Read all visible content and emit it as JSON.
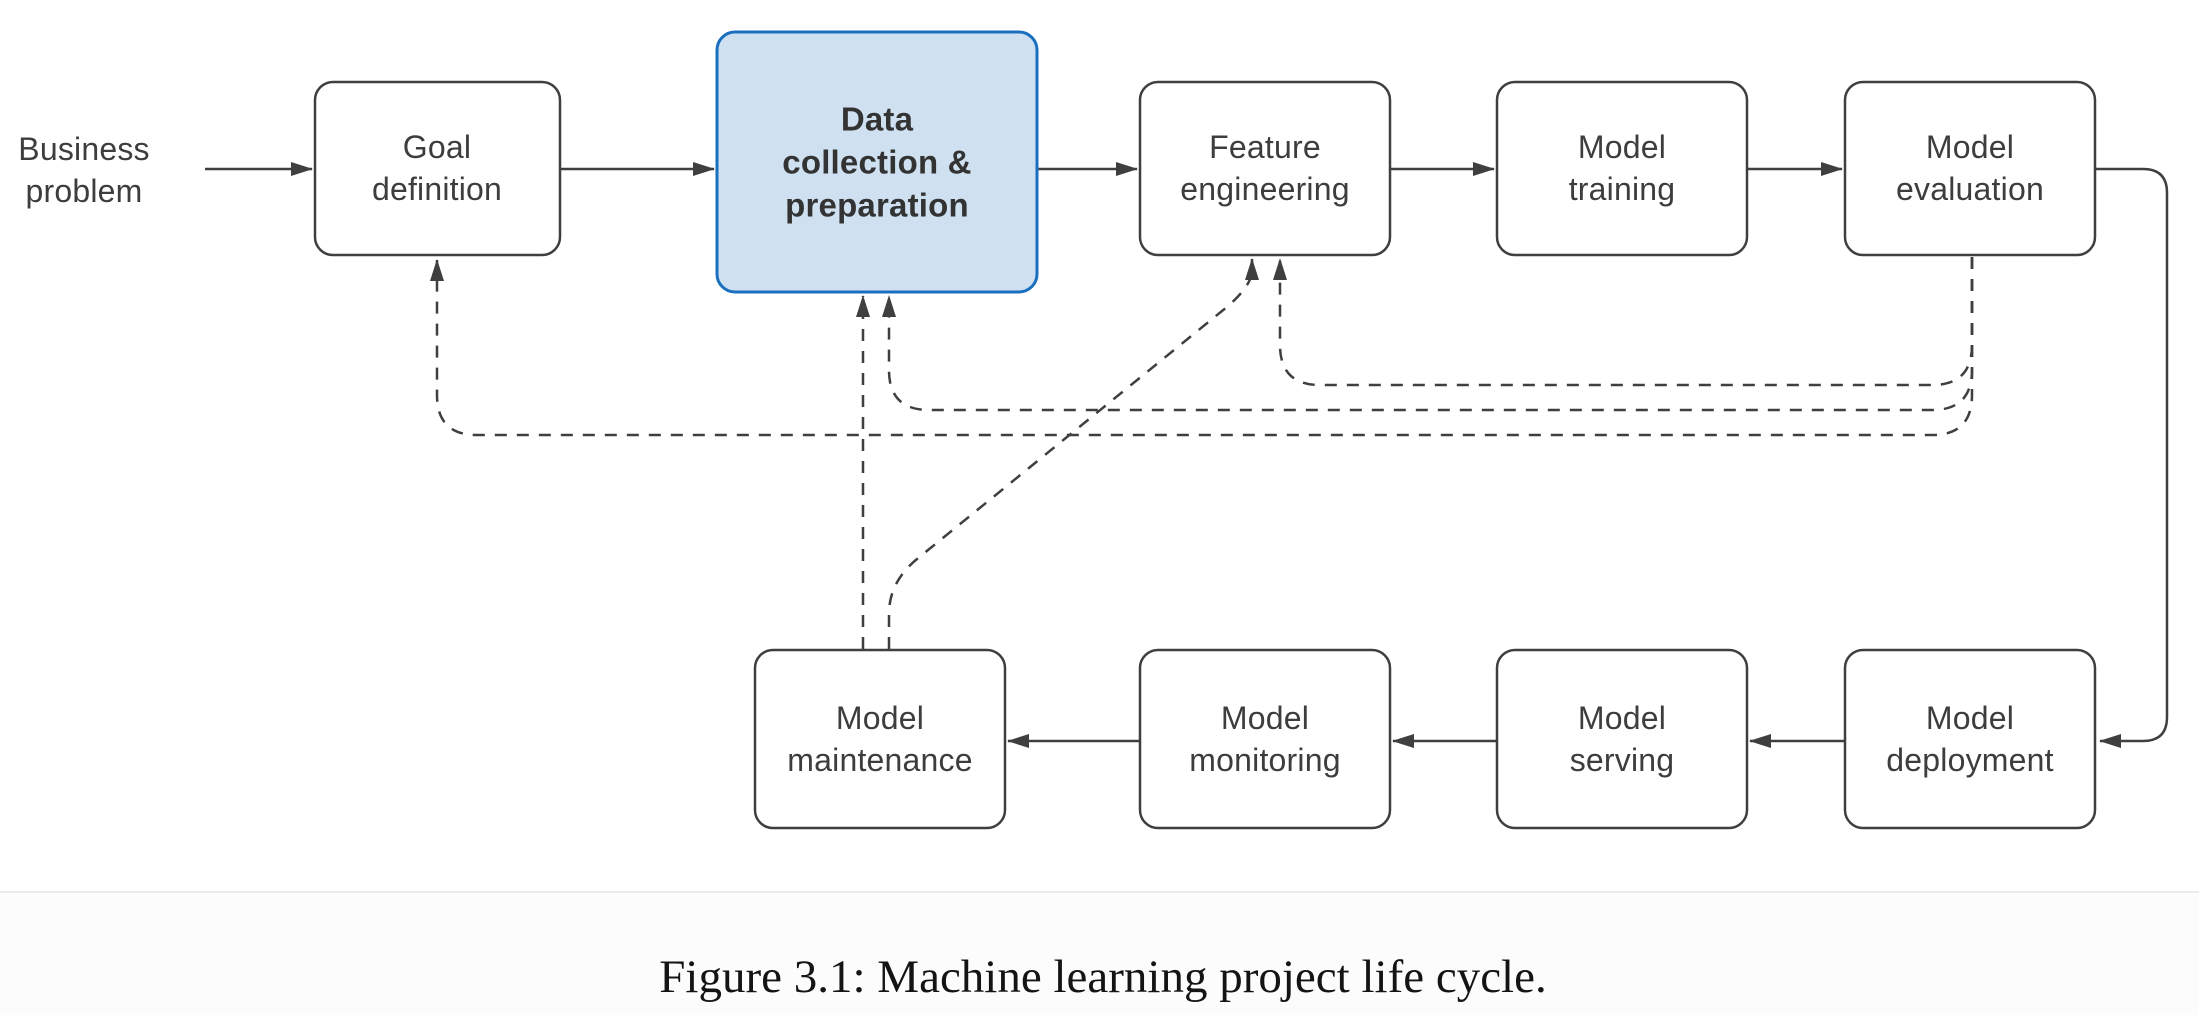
{
  "diagram": {
    "caption": "Figure 3.1: Machine learning project life cycle.",
    "colors": {
      "box_stroke": "#3f3f3f",
      "box_fill": "#ffffff",
      "highlight_stroke": "#1a70bf",
      "highlight_fill": "#cfe1f1",
      "label_text": "#3d3d3d",
      "caption_text": "#141414",
      "divider": "#ececec"
    },
    "nodes": [
      {
        "id": "business-problem",
        "label": "Business\nproblem",
        "shape": "text-only",
        "highlighted": false
      },
      {
        "id": "goal-definition",
        "label": "Goal\ndefinition",
        "shape": "rounded-box",
        "highlighted": false
      },
      {
        "id": "data-collection-preparation",
        "label": "Data\ncollection &\npreparation",
        "shape": "rounded-box",
        "highlighted": true
      },
      {
        "id": "feature-engineering",
        "label": "Feature\nengineering",
        "shape": "rounded-box",
        "highlighted": false
      },
      {
        "id": "model-training",
        "label": "Model\ntraining",
        "shape": "rounded-box",
        "highlighted": false
      },
      {
        "id": "model-evaluation",
        "label": "Model\nevaluation",
        "shape": "rounded-box",
        "highlighted": false
      },
      {
        "id": "model-maintenance",
        "label": "Model\nmaintenance",
        "shape": "rounded-box",
        "highlighted": false
      },
      {
        "id": "model-monitoring",
        "label": "Model\nmonitoring",
        "shape": "rounded-box",
        "highlighted": false
      },
      {
        "id": "model-serving",
        "label": "Model\nserving",
        "shape": "rounded-box",
        "highlighted": false
      },
      {
        "id": "model-deployment",
        "label": "Model\ndeployment",
        "shape": "rounded-box",
        "highlighted": false
      }
    ],
    "edges": [
      {
        "from": "business-problem",
        "to": "goal-definition",
        "style": "solid"
      },
      {
        "from": "goal-definition",
        "to": "data-collection-preparation",
        "style": "solid"
      },
      {
        "from": "data-collection-preparation",
        "to": "feature-engineering",
        "style": "solid"
      },
      {
        "from": "feature-engineering",
        "to": "model-training",
        "style": "solid"
      },
      {
        "from": "model-training",
        "to": "model-evaluation",
        "style": "solid"
      },
      {
        "from": "model-evaluation",
        "to": "model-deployment",
        "style": "solid"
      },
      {
        "from": "model-deployment",
        "to": "model-serving",
        "style": "solid"
      },
      {
        "from": "model-serving",
        "to": "model-monitoring",
        "style": "solid"
      },
      {
        "from": "model-monitoring",
        "to": "model-maintenance",
        "style": "solid"
      },
      {
        "from": "model-evaluation",
        "to": "feature-engineering",
        "style": "dashed-feedback"
      },
      {
        "from": "model-evaluation",
        "to": "data-collection-preparation",
        "style": "dashed-feedback"
      },
      {
        "from": "model-evaluation",
        "to": "goal-definition",
        "style": "dashed-feedback"
      },
      {
        "from": "model-maintenance",
        "to": "data-collection-preparation",
        "style": "dashed-feedback"
      },
      {
        "from": "model-maintenance",
        "to": "feature-engineering",
        "style": "dashed-feedback"
      }
    ]
  }
}
